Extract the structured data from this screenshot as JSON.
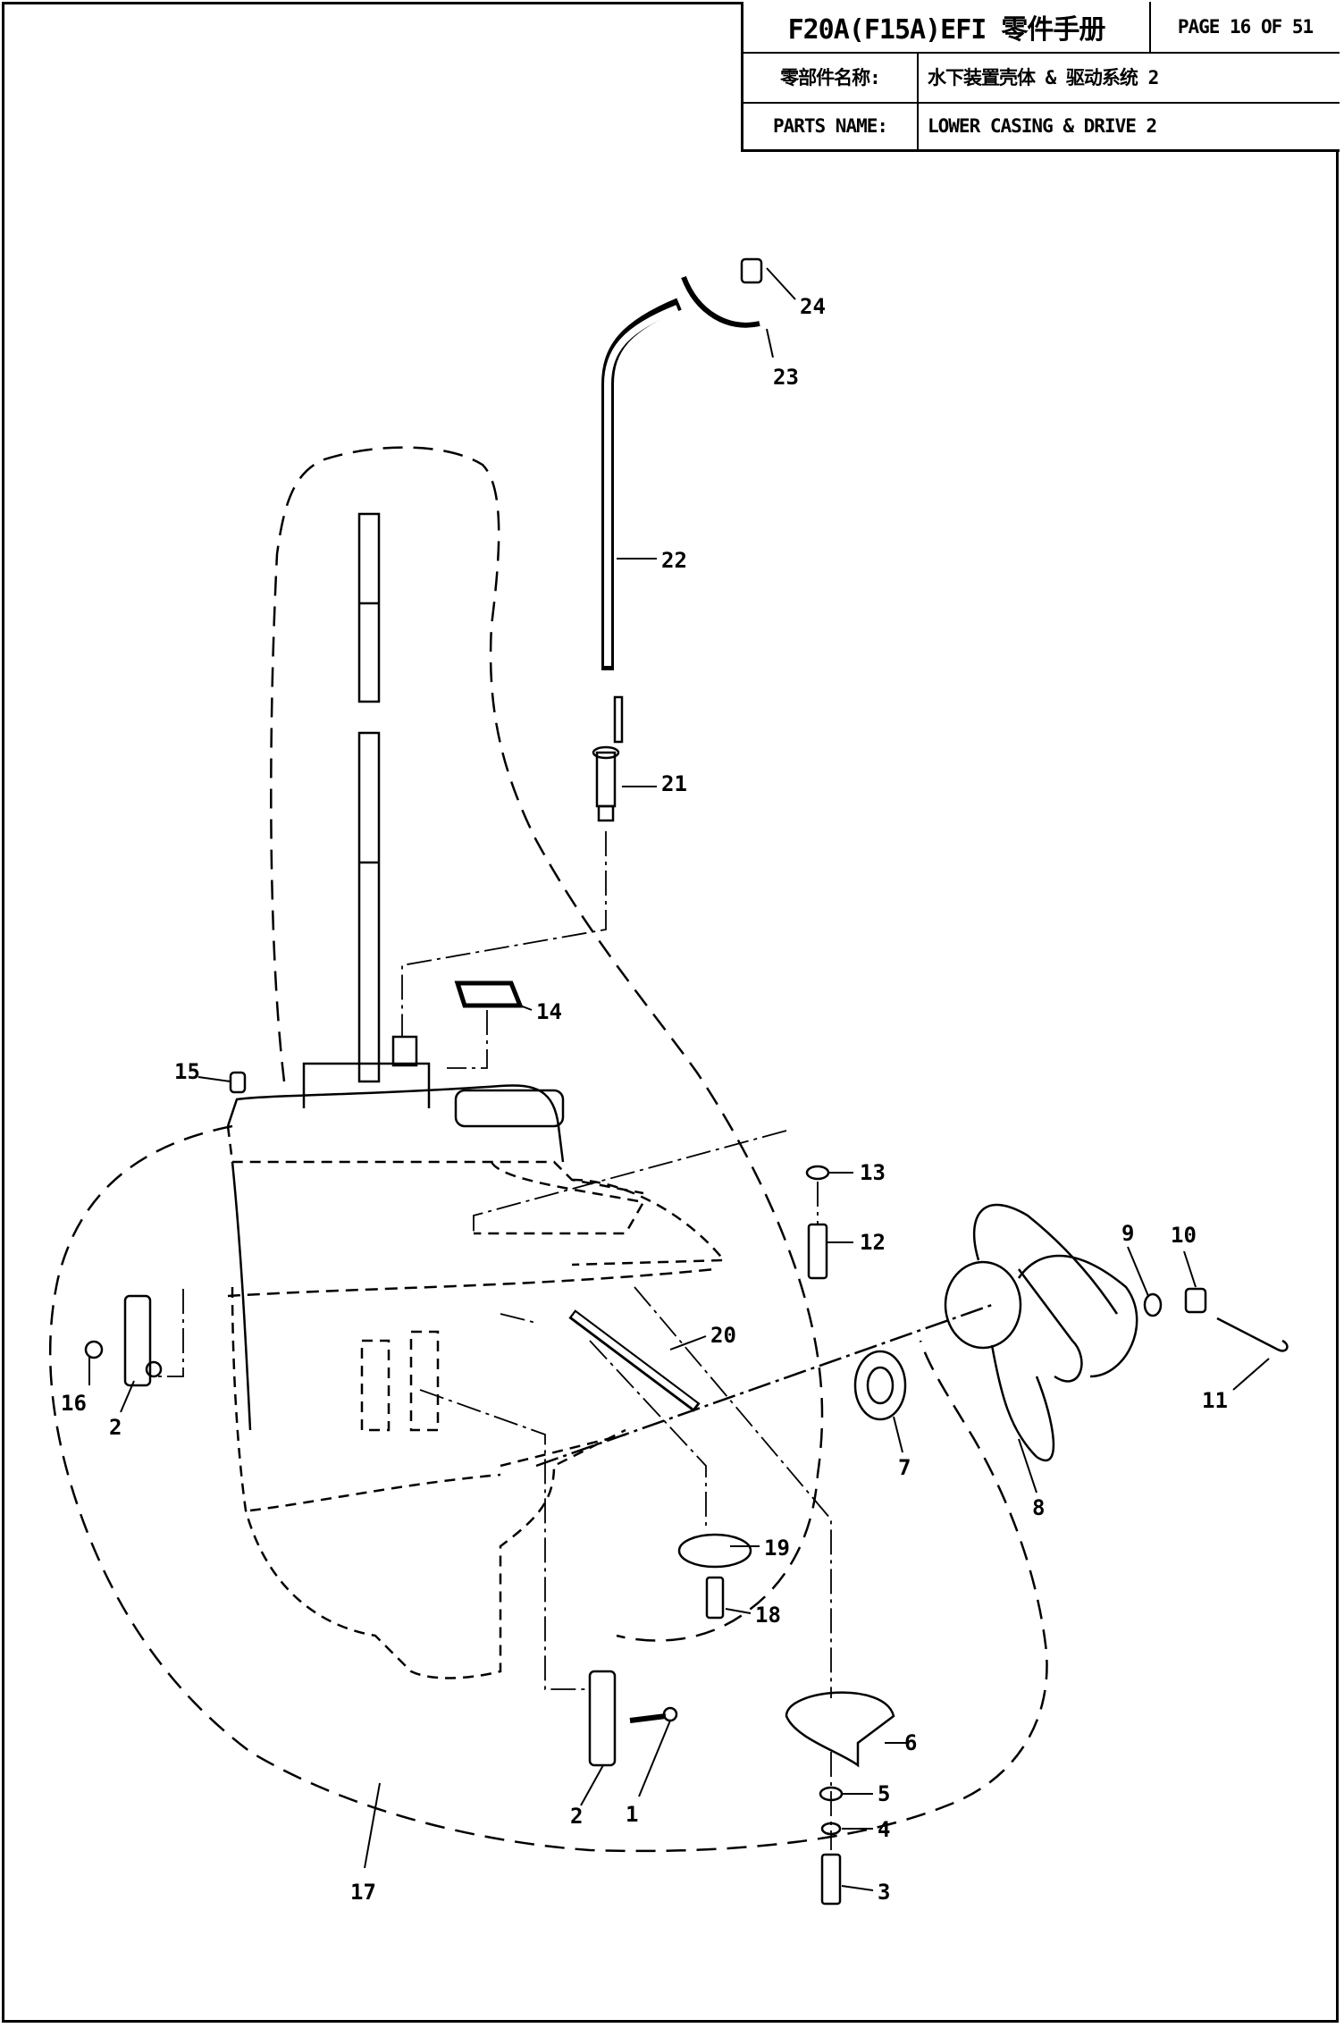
{
  "title_block": {
    "model": "F20A(F15A)EFI 零件手册",
    "page": "PAGE 16 OF 51",
    "name_label_cn": "零部件名称:",
    "name_value_cn": "水下装置壳体 & 驱动系统 2",
    "name_label_en": "PARTS NAME:",
    "name_value_en": "LOWER CASING & DRIVE 2"
  },
  "callouts": {
    "c1": "1",
    "c2a": "2",
    "c2b": "2",
    "c3": "3",
    "c4": "4",
    "c5": "5",
    "c6": "6",
    "c7": "7",
    "c8": "8",
    "c9": "9",
    "c10": "10",
    "c11": "11",
    "c12": "12",
    "c13": "13",
    "c14": "14",
    "c15": "15",
    "c16": "16",
    "c17": "17",
    "c18": "18",
    "c19": "19",
    "c20": "20",
    "c21": "21",
    "c22": "22",
    "c23": "23",
    "c24": "24"
  }
}
